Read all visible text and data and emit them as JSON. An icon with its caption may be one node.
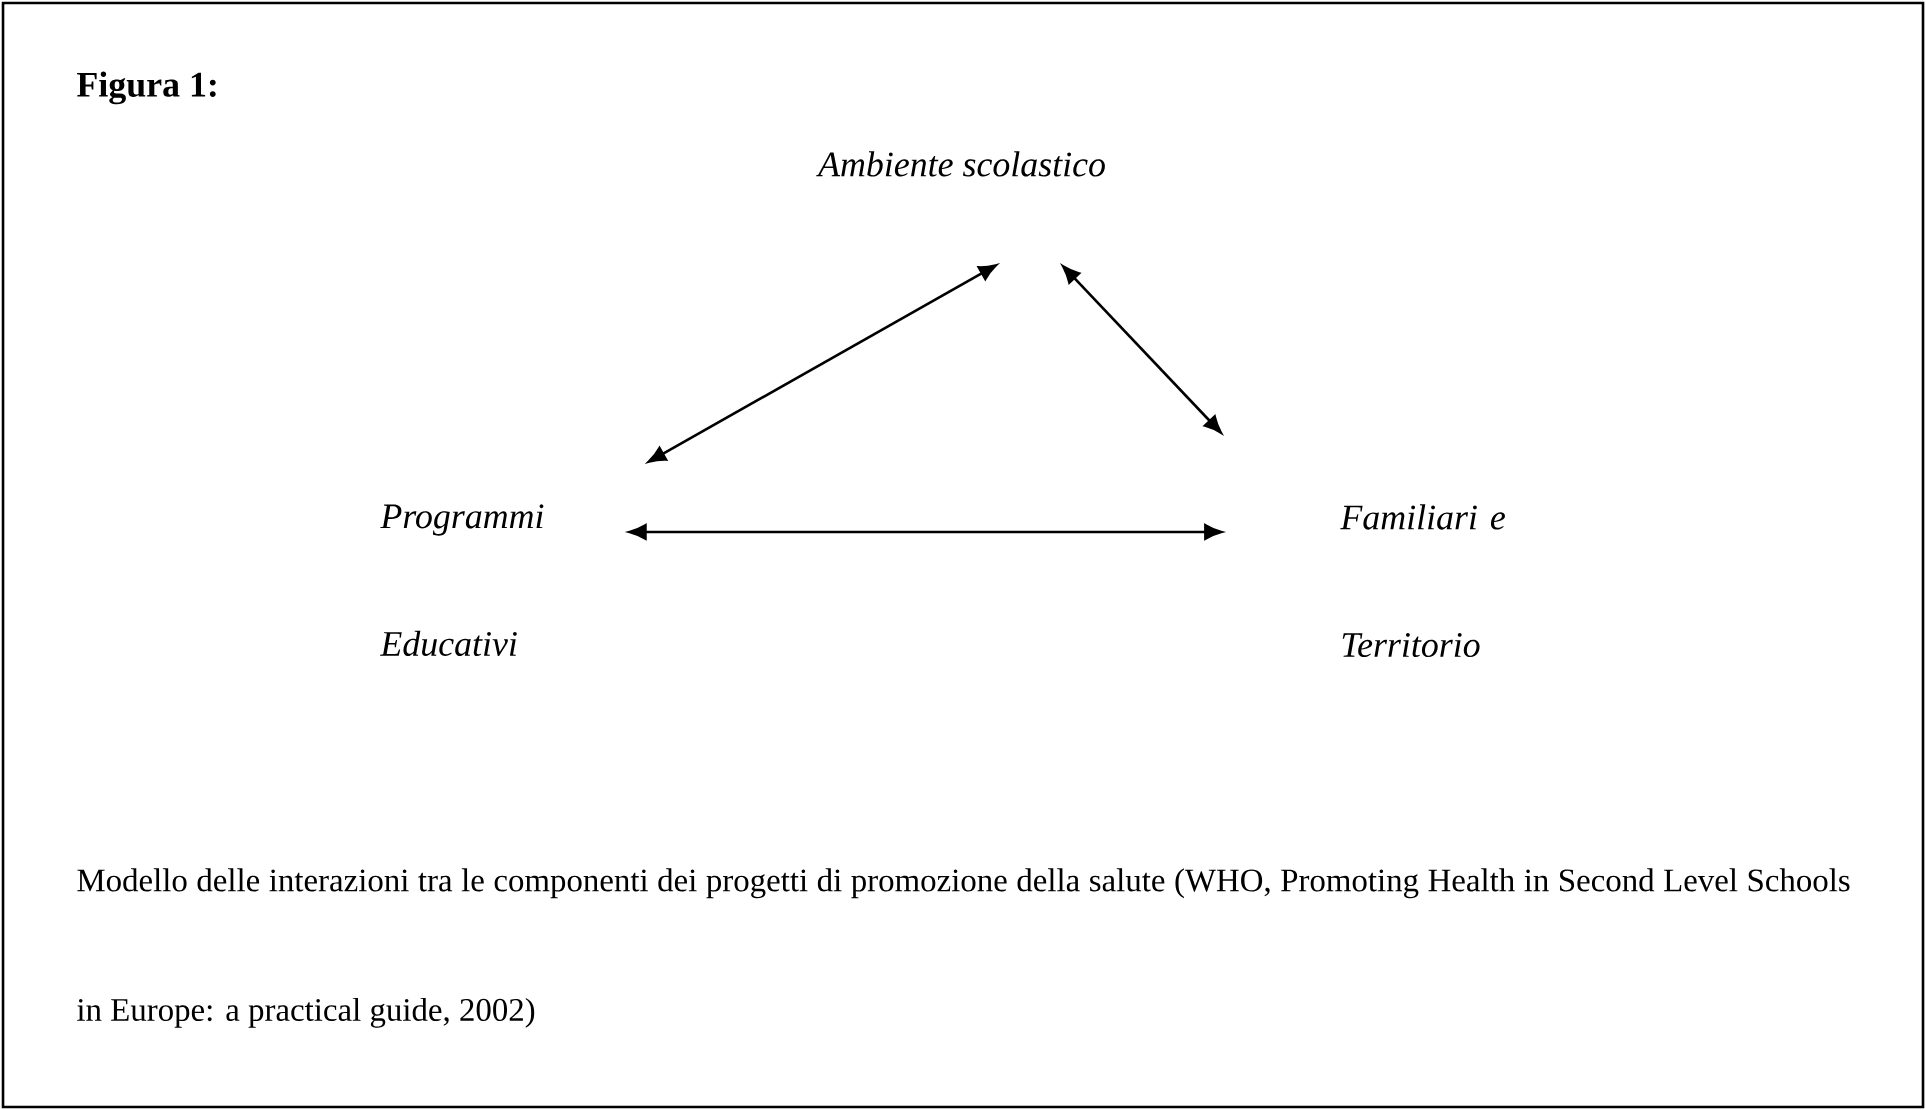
{
  "diagram": {
    "title": "Figura 1:",
    "caption": "Modello delle interazioni tra le componenti dei progetti di promozione della salute (WHO, Promoting Health in Second Level Schools in Europe: a practical guide, 2002)",
    "nodes": [
      {
        "text": [
          "Ambiente scolastico"
        ]
      },
      {
        "text": [
          "Programmi Educativi"
        ]
      },
      {
        "text": [
          "Familiari e Territorio"
        ]
      }
    ],
    "edges": [
      {
        "from": 0,
        "to": 1,
        "arrow": "both"
      },
      {
        "from": 0,
        "to": 2,
        "arrow": "both"
      },
      {
        "from": 1,
        "to": 2,
        "arrow": "both"
      }
    ]
  }
}
